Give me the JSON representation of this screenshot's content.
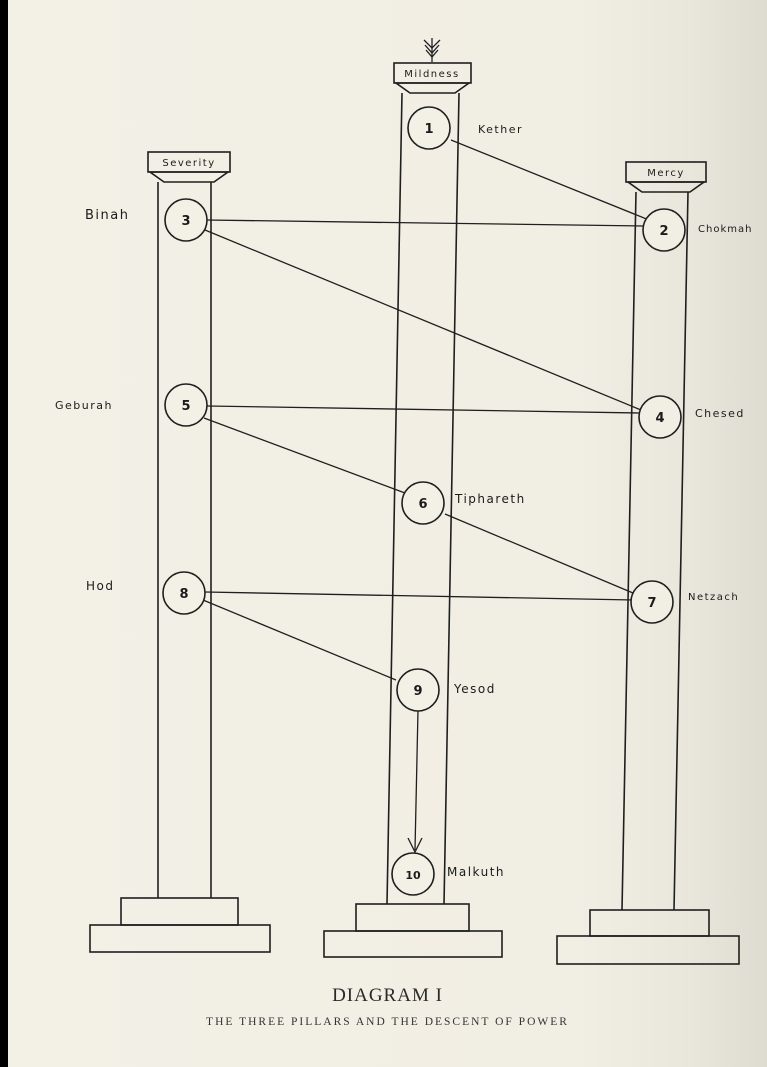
{
  "pillars": {
    "left": "Severity",
    "center": "Mildness",
    "right": "Mercy"
  },
  "sephiroth": [
    {
      "number": "1",
      "name": "Kether"
    },
    {
      "number": "2",
      "name": "Chokmah"
    },
    {
      "number": "3",
      "name": "Binah"
    },
    {
      "number": "4",
      "name": "Chesed"
    },
    {
      "number": "5",
      "name": "Geburah"
    },
    {
      "number": "6",
      "name": "Tiphareth"
    },
    {
      "number": "7",
      "name": "Netzach"
    },
    {
      "number": "8",
      "name": "Hod"
    },
    {
      "number": "9",
      "name": "Yesod"
    },
    {
      "number": "10",
      "name": "Malkuth"
    }
  ],
  "caption": {
    "title": "DIAGRAM I",
    "subtitle": "THE THREE PILLARS AND THE DESCENT OF POWER"
  }
}
